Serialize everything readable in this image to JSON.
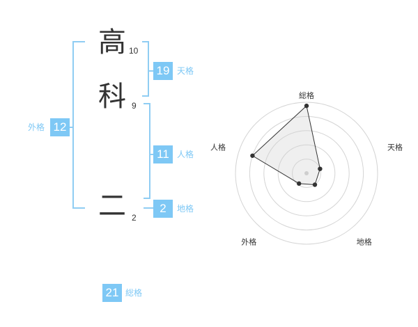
{
  "name": {
    "chars": [
      {
        "char": "高",
        "strokes": "10"
      },
      {
        "char": "科",
        "strokes": "9"
      },
      {
        "char": "二",
        "strokes": "2"
      }
    ]
  },
  "kaku": {
    "tenkaku": {
      "value": "19",
      "label": "天格"
    },
    "jinkaku": {
      "value": "11",
      "label": "人格"
    },
    "chikaku": {
      "value": "2",
      "label": "地格"
    },
    "gaikaku": {
      "value": "12",
      "label": "外格"
    },
    "soukaku": {
      "value": "21",
      "label": "総格"
    }
  },
  "colors": {
    "accent": "#7ec8f5",
    "bracket": "#8fcdf3",
    "text": "#333333"
  },
  "chart_data": {
    "type": "radar",
    "axes": [
      "総格",
      "天格",
      "地格",
      "外格",
      "人格"
    ],
    "values": [
      0.95,
      0.2,
      0.2,
      0.18,
      0.8
    ],
    "rings": 5,
    "grid": true
  }
}
